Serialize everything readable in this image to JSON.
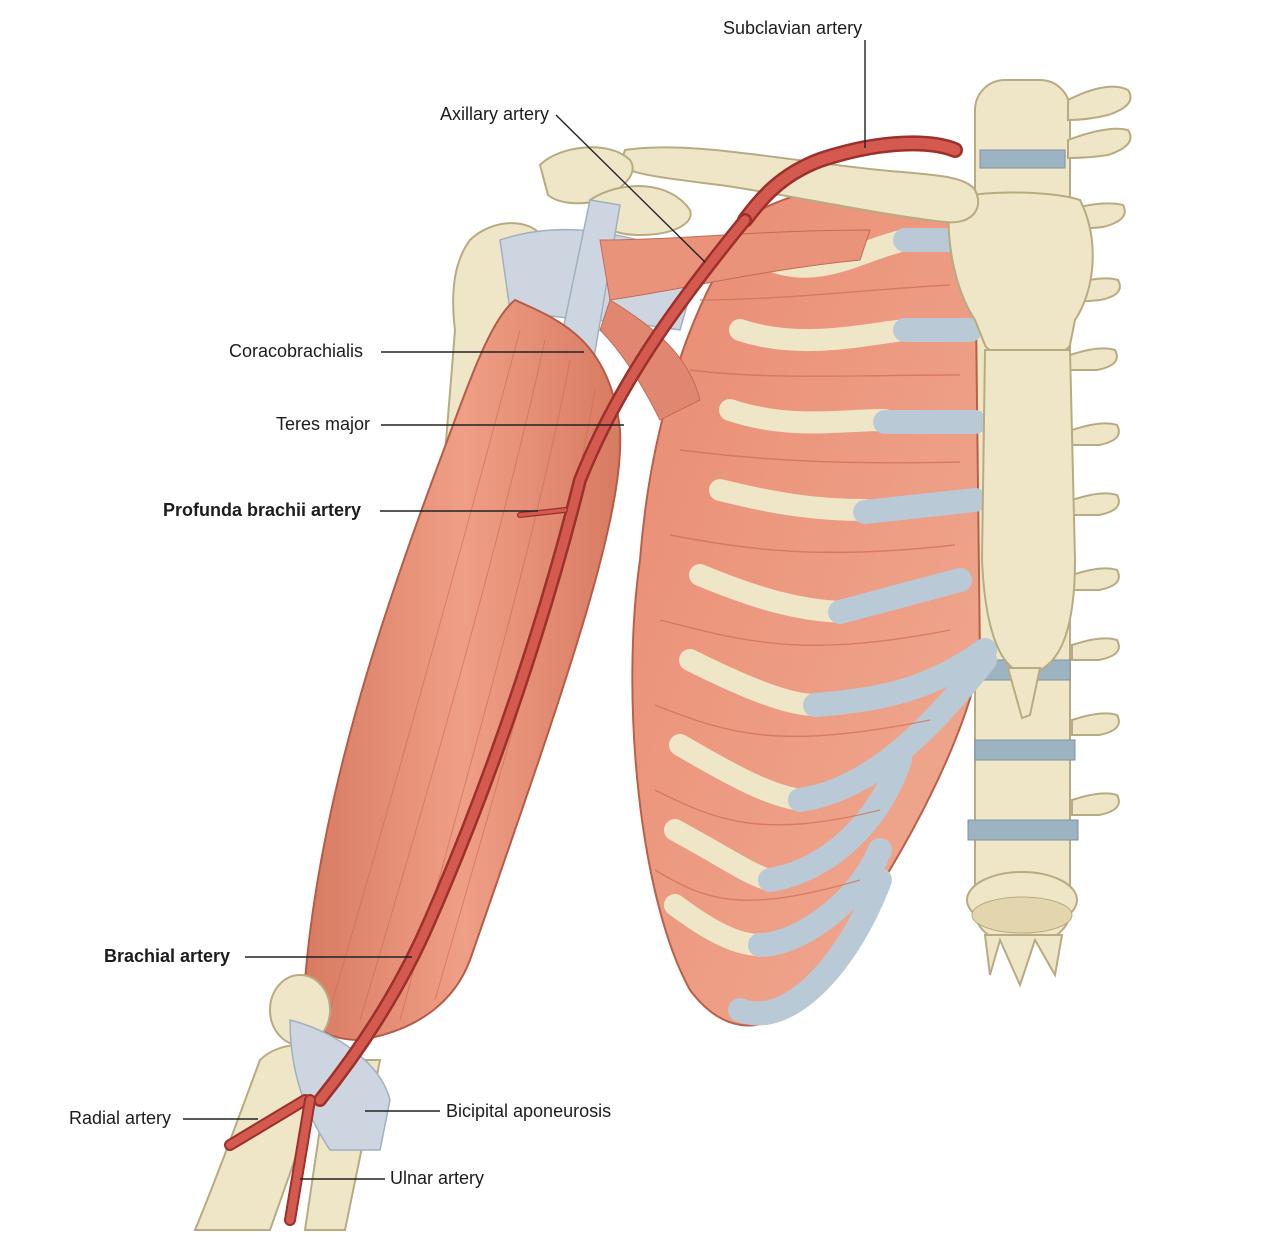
{
  "labels": {
    "subclavian": "Subclavian artery",
    "axillary": "Axillary artery",
    "coracobrachialis": "Coracobrachialis",
    "teres_major": "Teres major",
    "profunda": "Profunda brachii artery",
    "brachial": "Brachial artery",
    "radial": "Radial artery",
    "bicipital": "Bicipital aponeurosis",
    "ulnar": "Ulnar artery"
  },
  "colors": {
    "bone": "#efe6c8",
    "bone_edge": "#b8ab82",
    "muscle": "#e8937a",
    "muscle_dark": "#d2705a",
    "muscle_light": "#f2b9a2",
    "cartilage": "#b9cad6",
    "cartilage_edge": "#8ea3b3",
    "artery": "#d45a50",
    "artery_edge": "#9c302b",
    "tendon": "#cdd6e0",
    "leader": "#222222"
  }
}
